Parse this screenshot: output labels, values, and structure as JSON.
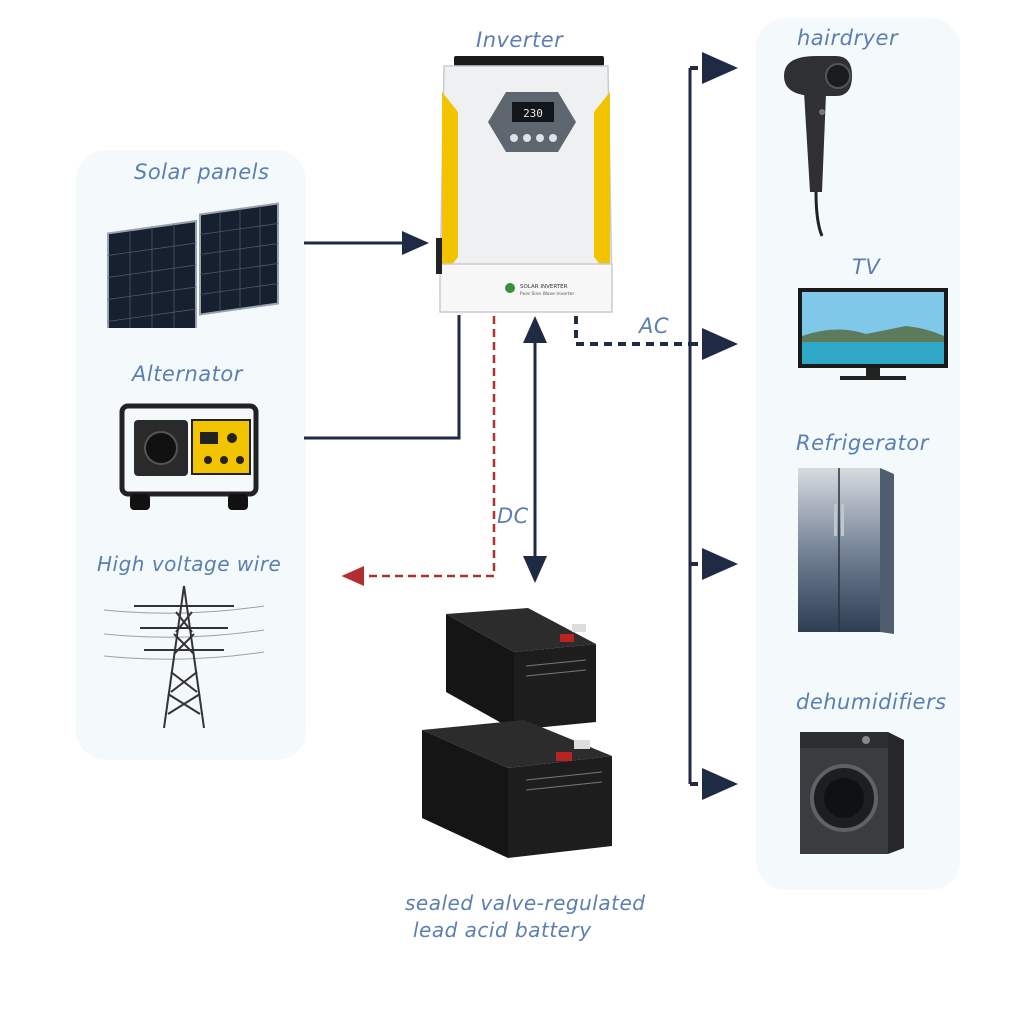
{
  "labels": {
    "inverter": "Inverter",
    "solar_panels": "Solar panels",
    "alternator": "Alternator",
    "high_voltage_wire": "High voltage wire",
    "ac": "AC",
    "dc": "DC",
    "hairdryer": "hairdryer",
    "tv": "TV",
    "refrigerator": "Refrigerator",
    "dehumidifiers": "dehumidifiers",
    "battery_line1": "sealed valve-regulated",
    "battery_line2": "lead acid battery"
  },
  "inverter_screen": {
    "readout": "230",
    "brand": "SOLAR INVERTER",
    "model": "Pure Sine Wave Inverter"
  },
  "colors": {
    "label": "#5a7fb0",
    "wire": "#1f2a44",
    "grid_wire": "#b03030",
    "inverter_accent": "#f2c400"
  },
  "icons": {
    "inverter": "inverter-icon",
    "solar_panels": "solar-panel-icon",
    "alternator": "generator-icon",
    "high_voltage_wire": "power-tower-icon",
    "battery": "battery-icon",
    "hairdryer": "hairdryer-icon",
    "tv": "tv-icon",
    "refrigerator": "refrigerator-icon",
    "dehumidifiers": "washing-machine-icon"
  }
}
